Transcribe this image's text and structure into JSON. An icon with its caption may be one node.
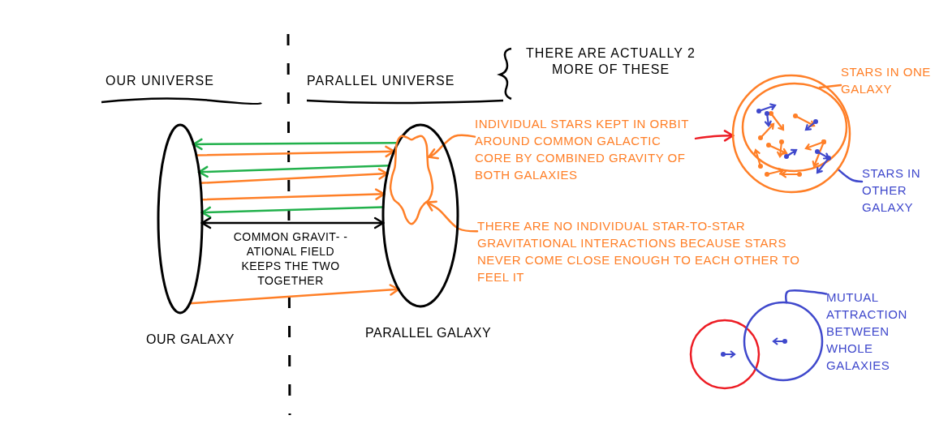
{
  "diagram": {
    "nodes": [
      {
        "text": [
          "OUR GALAXY"
        ]
      },
      {
        "text": [
          "PARALLEL GALAXY"
        ]
      },
      {
        "text": [],
        "shape": "blob",
        "in": 1
      },
      {
        "text": [
          "INDIVIDUAL STARS KEPT IN ORBIT AROUND COMMON GALACTIC CORE BY COMBINED GRAVITY OF BOTH GALAXIES"
        ]
      },
      {
        "text": [
          "THERE ARE NO INDIVIDUAL STAR-TO-STAR GRAVITATIONAL INTERACTIONS BECAUSE STARS NEVER COME CLOSE ENOUGH TO EACH OTHER TO FEEL IT"
        ]
      },
      {
        "text": [],
        "shape": "circle"
      },
      {
        "text": [
          "STARS IN ONE GALAXY"
        ]
      },
      {
        "text": [
          "STARS IN OTHER GALAXY"
        ]
      },
      {
        "text": [],
        "shape": "circle"
      },
      {
        "text": [],
        "shape": "circle"
      },
      {
        "text": [
          "MUTUAL ATTRACTION BETWEEN WHOLE GALAXIES"
        ]
      }
    ],
    "edges": [
      {
        "from": 1,
        "to": 0,
        "arrow": "to",
        "color": "#22b14c"
      },
      {
        "from": 0,
        "to": 1,
        "arrow": "to"
      },
      {
        "from": 1,
        "to": 0,
        "arrow": "to",
        "color": "#22b14c"
      },
      {
        "from": 0,
        "to": 1,
        "arrow": "to"
      },
      {
        "from": 0,
        "to": 1,
        "arrow": "to"
      },
      {
        "from": 1,
        "to": 0,
        "arrow": "to",
        "color": "#22b14c"
      },
      {
        "from": 0,
        "to": 1,
        "arrow": "to"
      },
      {
        "from": 0,
        "to": 1,
        "arrow": "both",
        "color": "#000000",
        "label": "COMMON GRAVIT- -ATIONAL FIELD KEEPS THE TWO TOGETHER"
      },
      {
        "from": 3,
        "to": 2,
        "arrow": "to"
      },
      {
        "from": 4,
        "to": 2,
        "arrow": "to"
      },
      {
        "from": 3,
        "to": 5,
        "arrow": "to",
        "color": "#ed1c24"
      },
      {
        "from": 6,
        "to": 5,
        "arrow": "none"
      },
      {
        "from": 7,
        "to": 5,
        "arrow": "none",
        "color": "#3f48cc"
      },
      {
        "from": 10,
        "to": 9,
        "arrow": "none",
        "color": "#3f48cc"
      }
    ],
    "labels": [
      "OUR UNIVERSE",
      "PARALLEL UNIVERSE",
      "THERE ARE ACTUALLY 2 MORE OF THESE"
    ]
  }
}
